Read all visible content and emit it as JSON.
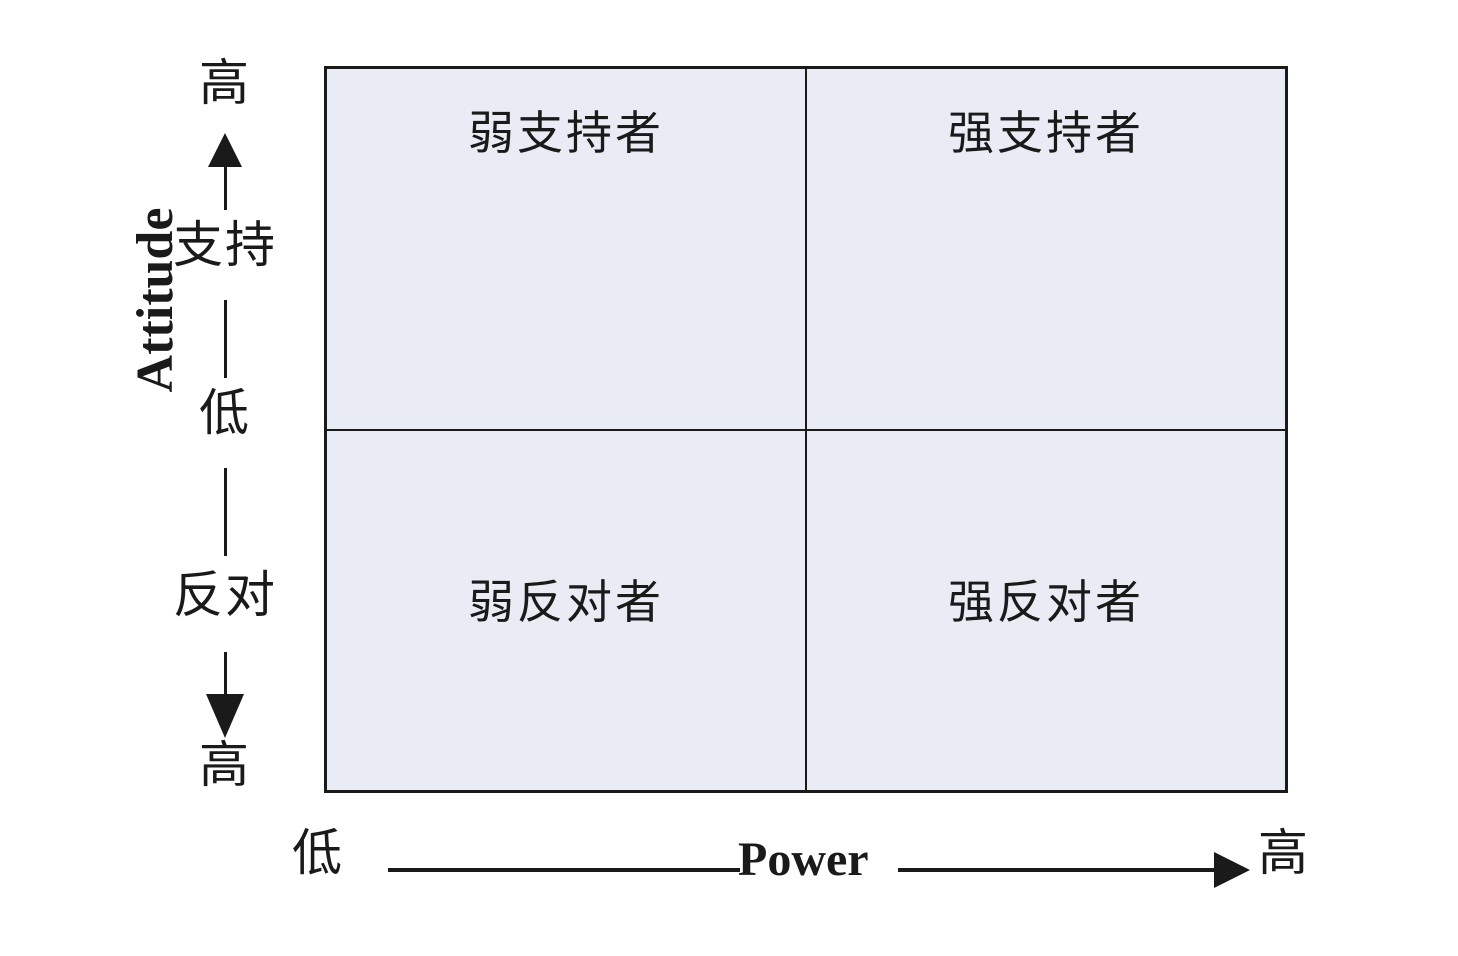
{
  "chart_data": {
    "type": "scatter",
    "title": "",
    "xlabel": "Power",
    "ylabel": "Attitude",
    "grid": false,
    "legend": "none",
    "x_axis": {
      "title": "Power",
      "low_label": "低",
      "high_label": "高",
      "direction": "left-to-right",
      "arrow": "right"
    },
    "y_axis": {
      "title": "Attitude",
      "ticks_top_to_bottom": [
        "高",
        "支持",
        "低",
        "反对",
        "高"
      ],
      "arrows": [
        "up",
        "down"
      ],
      "description": "Support increases upward, opposition increases downward; both extremes labelled 高"
    },
    "quadrants": [
      {
        "id": "top-left",
        "label": "弱支持者",
        "power": "low",
        "attitude": "support"
      },
      {
        "id": "top-right",
        "label": "强支持者",
        "power": "high",
        "attitude": "support"
      },
      {
        "id": "bottom-left",
        "label": "弱反对者",
        "power": "low",
        "attitude": "oppose"
      },
      {
        "id": "bottom-right",
        "label": "强反对者",
        "power": "high",
        "attitude": "oppose"
      }
    ],
    "colors": {
      "quadrant_fill": "#e9ecf5",
      "border": "#1a1a1a",
      "text": "#1a1a1a",
      "background": "#ffffff"
    }
  },
  "matrix": {
    "quadrants": [
      {
        "label": "弱支持者"
      },
      {
        "label": "强支持者"
      },
      {
        "label": "弱反对者"
      },
      {
        "label": "强反对者"
      }
    ]
  },
  "y_axis": {
    "title": "Attitude",
    "high_top": "高",
    "support": "支持",
    "low": "低",
    "oppose": "反对",
    "high_bottom": "高"
  },
  "x_axis": {
    "title": "Power",
    "low": "低",
    "high": "高"
  }
}
